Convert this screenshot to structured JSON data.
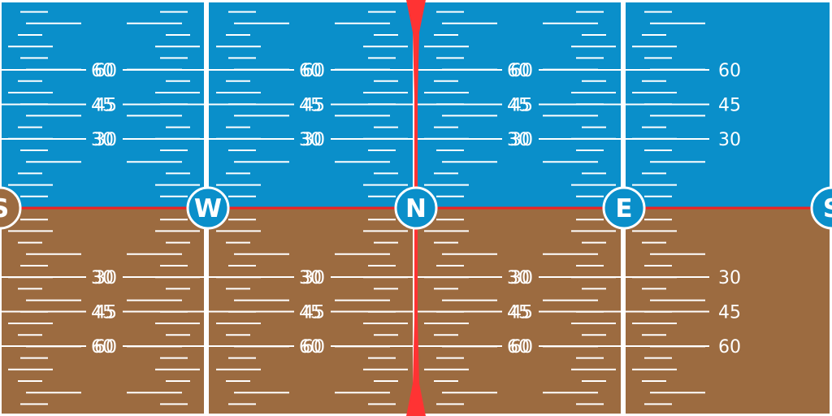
{
  "ball": {
    "sky_color": "#0a8fca",
    "ground_color": "#9c6b40",
    "line_color": "#ffffff",
    "gap_color": "#ffffff",
    "horizon_color": "#ee2222",
    "meridian_color": "#ff3333",
    "cardinal_ring_color": "#ffffff",
    "cardinal_text_color": "#ffffff"
  },
  "cardinals": [
    {
      "id": "s-left",
      "label": "S",
      "heading_deg": 180,
      "fill": "#9c6b40"
    },
    {
      "id": "w",
      "label": "W",
      "heading_deg": 270,
      "fill": "#0a8fca"
    },
    {
      "id": "n",
      "label": "N",
      "heading_deg": 0,
      "fill": "#0a8fca"
    },
    {
      "id": "e",
      "label": "E",
      "heading_deg": 90,
      "fill": "#0a8fca"
    },
    {
      "id": "s-right",
      "label": "S",
      "heading_deg": 180,
      "fill": "#0a8fca"
    }
  ],
  "pitch_labels": {
    "sky": [
      "60",
      "45",
      "30"
    ],
    "ground": [
      "30",
      "45",
      "60"
    ]
  },
  "pitch_label_values": {
    "sky": [
      60,
      45,
      30
    ],
    "ground": [
      30,
      45,
      60
    ]
  }
}
